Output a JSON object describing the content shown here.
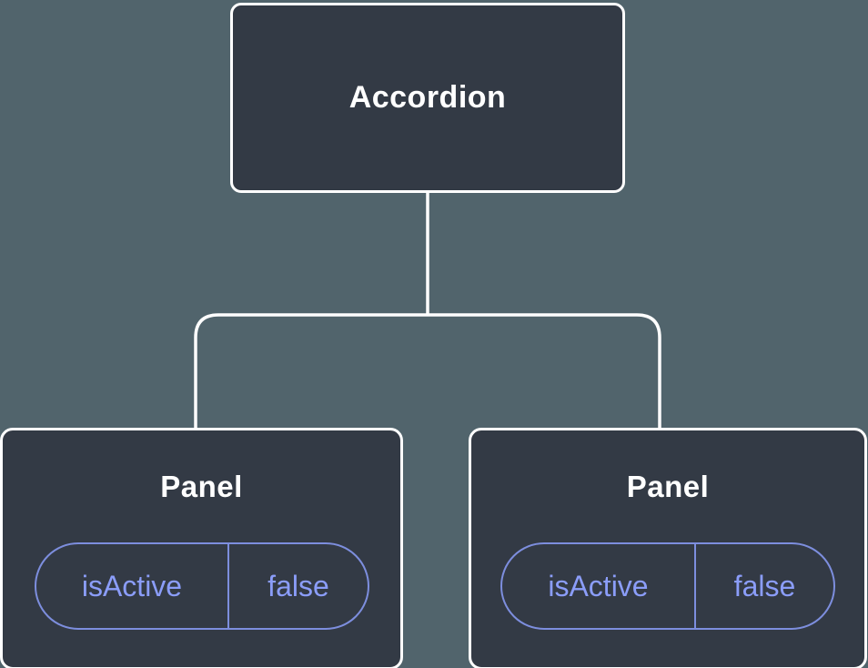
{
  "diagram": {
    "type": "component-tree",
    "root": {
      "label": "Accordion"
    },
    "children": [
      {
        "label": "Panel",
        "state": {
          "key": "isActive",
          "value": "false"
        }
      },
      {
        "label": "Panel",
        "state": {
          "key": "isActive",
          "value": "false"
        }
      }
    ]
  },
  "colors": {
    "background": "#51646C",
    "node_background": "#333A45",
    "node_border": "#FFFFFF",
    "connector": "#FFFFFF",
    "state_accent": "#8B9DF9"
  }
}
